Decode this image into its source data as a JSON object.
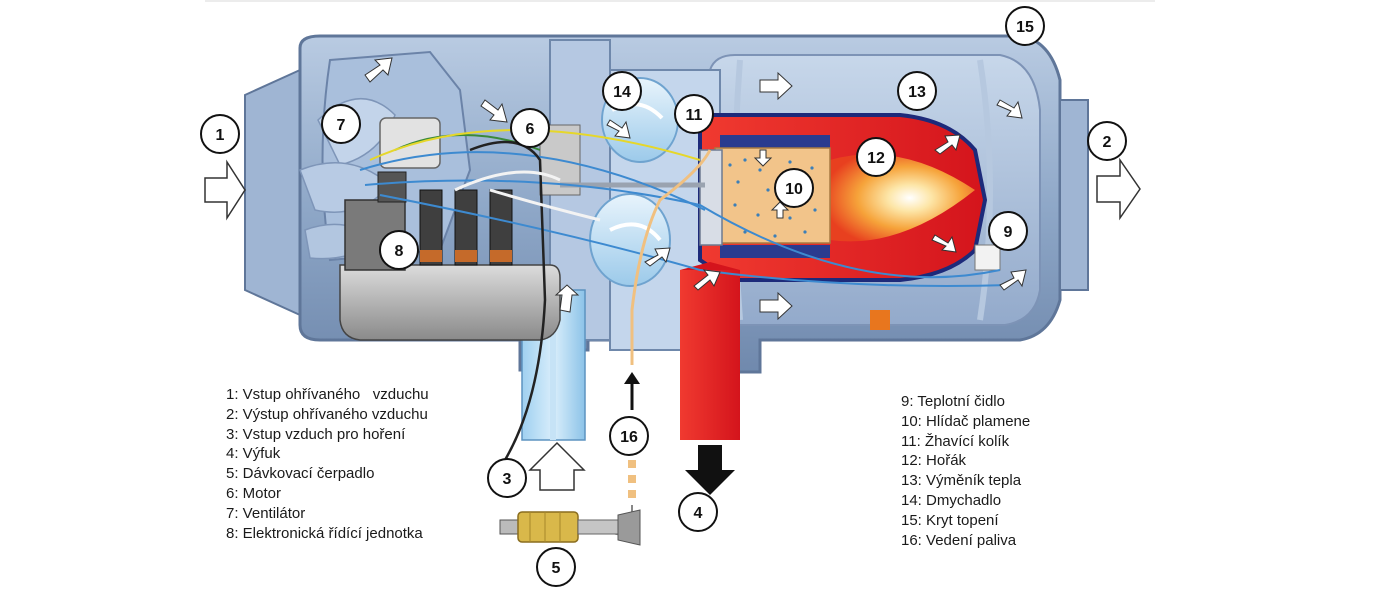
{
  "callouts": [
    "1",
    "2",
    "3",
    "4",
    "5",
    "6",
    "7",
    "8",
    "9",
    "10",
    "11",
    "12",
    "13",
    "14",
    "15",
    "16"
  ],
  "legend_left": [
    "1: Vstup ohřívaného   vzduchu",
    "2: Výstup ohřívaného vzduchu",
    "3: Vstup vzduch pro hoření",
    "4: Výfuk",
    "5: Dávkovací čerpadlo",
    "6: Motor",
    "7: Ventilátor",
    "8: Elektronická řídící jednotka"
  ],
  "legend_right": [
    "9: Teplotní čidlo",
    "10: Hlídač plamene",
    "11: Žhavící kolík",
    "12: Hořák",
    "13: Výměník tepla",
    "14: Dmychadlo",
    "15: Kryt topení",
    "16: Vedení paliva"
  ],
  "colors": {
    "housing": "#8ea6c6",
    "housing_dark": "#6f88ab",
    "inner_blue": "#aac0dc",
    "combustion_red": "#e8232b",
    "flame_orange": "#f5a623",
    "chamber_tan": "#f2c48a",
    "fan_cyan": "#cfe6f7",
    "exhaust_red": "#e41f26",
    "fuel_line": "#f0c080",
    "pump_brass": "#d9b84a"
  }
}
